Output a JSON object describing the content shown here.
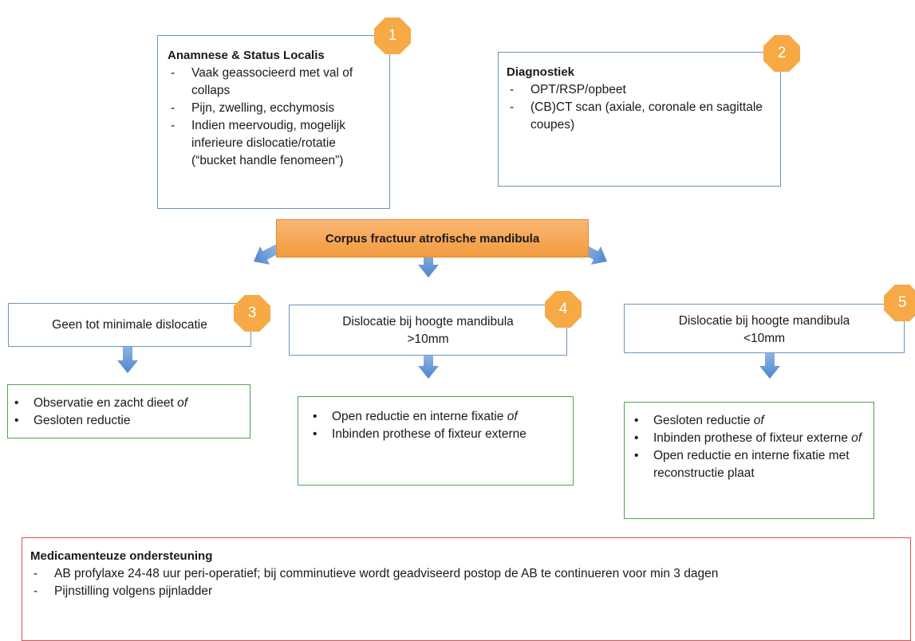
{
  "main_box": {
    "label": "Corpus fractuur atrofische mandibula"
  },
  "box1": {
    "number": "1",
    "title": "Anamnese & Status Localis",
    "items": [
      "Vaak geassocieerd met val of collaps",
      "Pijn, zwelling, ecchymosis",
      "Indien meervoudig, mogelijk inferieure dislocatie/rotatie (“bucket handle fenomeen”)"
    ]
  },
  "box2": {
    "number": "2",
    "title": "Diagnostiek",
    "items": [
      "OPT/RSP/opbeet",
      "(CB)CT scan (axiale, coronale en sagittale coupes)"
    ]
  },
  "box3": {
    "number": "3",
    "label": "Geen tot minimale dislocatie"
  },
  "box4": {
    "number": "4",
    "label_line1": "Dislocatie bij hoogte mandibula",
    "label_line2": ">10mm"
  },
  "box5": {
    "number": "5",
    "label_line1": "Dislocatie bij hoogte mandibula",
    "label_line2": "<10mm"
  },
  "treat3": {
    "item1_text": "Observatie en zacht dieet ",
    "item1_em": "of",
    "item2": "Gesloten reductie"
  },
  "treat4": {
    "item1_text": "Open reductie en interne fixatie ",
    "item1_em": "of",
    "item2": "Inbinden prothese of fixteur externe"
  },
  "treat5": {
    "item1_text": "Gesloten reductie ",
    "item1_em": "of",
    "item2_text": "Inbinden prothese of fixteur externe ",
    "item2_em": "of",
    "item3": "Open reductie en interne fixatie met reconstructie plaat"
  },
  "medication": {
    "title": "Medicamenteuze ondersteuning",
    "items": [
      "AB profylaxe 24-48 uur peri-operatief; bij comminutieve wordt geadviseerd postop de AB te continueren voor min 3 dagen",
      "Pijnstilling volgens pijnladder"
    ]
  },
  "colors": {
    "blue_border": "#6f93c0",
    "green_border": "#4ea34e",
    "red_border": "#d9534f",
    "badge": "#f6a945",
    "main_fill": "#f5a654",
    "arrow": "#5b8fd0"
  }
}
